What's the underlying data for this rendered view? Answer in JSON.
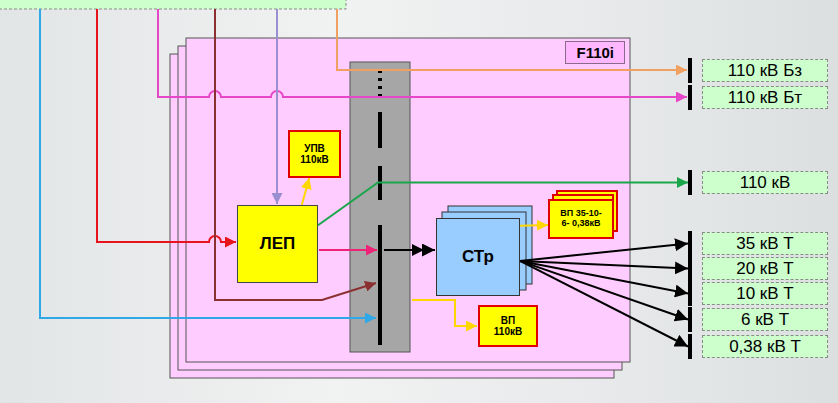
{
  "diagram": {
    "nodes": [
      {
        "text": [
          "F110i"
        ]
      },
      {
        "text": [
          "УПВ 110кВ"
        ],
        "in": 0
      },
      {
        "text": [
          "ЛЕП"
        ],
        "in": 0
      },
      {
        "text": [
          "СТр"
        ],
        "in": 0
      },
      {
        "text": [
          "ВП 35-10-6- 0,38кВ"
        ],
        "in": 0
      },
      {
        "text": [
          "ВП 110кВ"
        ],
        "in": 0
      },
      {
        "text": [
          "110 кВ Бз"
        ]
      },
      {
        "text": [
          "110 кВ Бт"
        ]
      },
      {
        "text": [
          "110 кВ"
        ]
      },
      {
        "text": [
          "35 кВ Т"
        ]
      },
      {
        "text": [
          "20 кВ Т"
        ]
      },
      {
        "text": [
          "10 кВ Т"
        ]
      },
      {
        "text": [
          "6 кВ Т"
        ]
      },
      {
        "text": [
          "0,38 кВ Т"
        ]
      }
    ],
    "edges": [
      {
        "from": 2,
        "to": 1,
        "arrow": "to"
      },
      {
        "from": 2,
        "to": 8,
        "arrow": "to"
      },
      {
        "from": 3,
        "to": 4,
        "arrow": "to"
      },
      {
        "from": 3,
        "to": 9,
        "arrow": "to"
      },
      {
        "from": 3,
        "to": 10,
        "arrow": "to"
      },
      {
        "from": 3,
        "to": 11,
        "arrow": "to"
      },
      {
        "from": 3,
        "to": 12,
        "arrow": "to"
      },
      {
        "from": 3,
        "to": 13,
        "arrow": "to"
      }
    ]
  }
}
